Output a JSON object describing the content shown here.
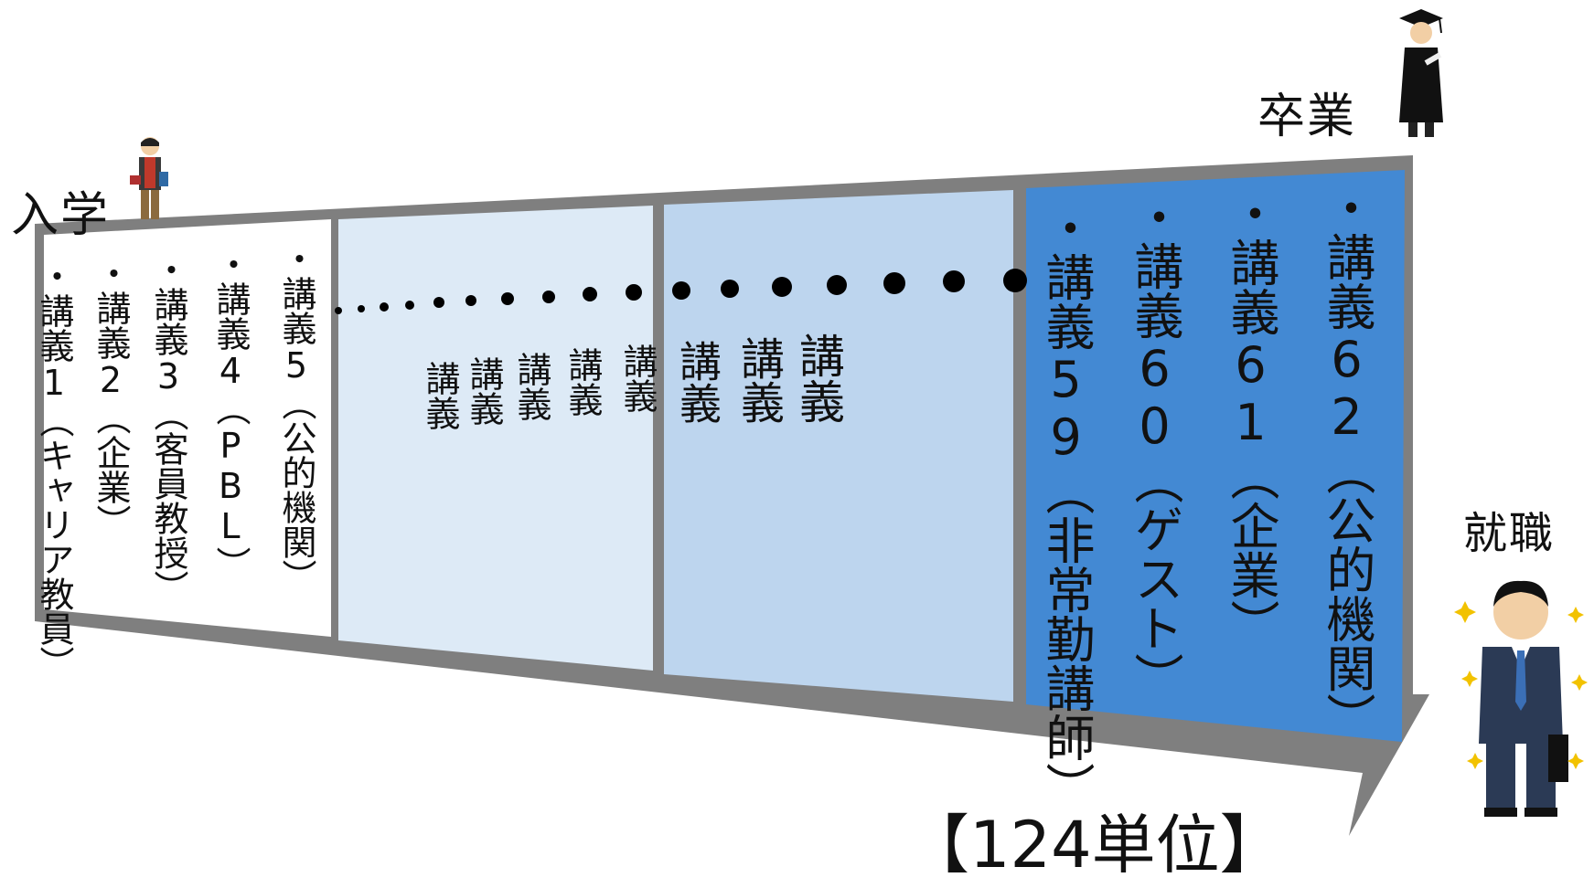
{
  "labels": {
    "entry": "入学",
    "graduation": "卒業",
    "employment": "就職",
    "credits": "【124単位】"
  },
  "colors": {
    "frame": "#7f7f7f",
    "section1": "#ffffff",
    "section2": "#ddeaf6",
    "section3": "#bdd5ee",
    "section4": "#4389d3"
  },
  "lectures_start": [
    "・講義1（キャリア教員）",
    "・講義2（企業）",
    "・講義3（客員教授）",
    "・講義4（PBL）",
    "・講義5（公的機関）"
  ],
  "middle_lectures": [
    "講義",
    "講義",
    "講義",
    "講義",
    "講義",
    "講義",
    "講義",
    "講義"
  ],
  "lectures_end": [
    "・講義59（非常勤講師）",
    "・講義60（ゲスト）",
    "・講義61（企業）",
    "・講義62（公的機関）"
  ],
  "icons": [
    "student-icon",
    "graduate-icon",
    "businessman-icon",
    "sparkle-icon"
  ]
}
